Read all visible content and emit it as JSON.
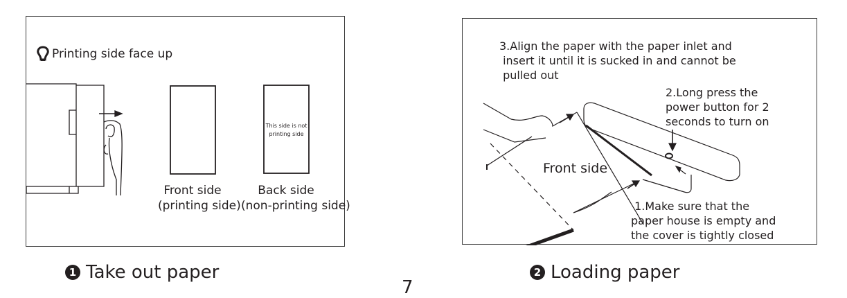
{
  "step1": {
    "number": "1",
    "caption": "Take out paper",
    "tip_icon": "lightbulb-icon",
    "tip": "Printing side face up",
    "front_label_1": "Front side",
    "front_label_2": "(printing side)",
    "back_label_1": "Back side",
    "back_label_2": "(non-printing side)",
    "back_note_1": "This side is not",
    "back_note_2": "printing side"
  },
  "step2": {
    "number": "2",
    "caption": "Loading paper",
    "instruction_3": "3.Align the paper with the paper inlet and\n insert it until it is sucked in and cannot be\n pulled out",
    "instruction_2": "2.Long press the\npower button for 2\nseconds to turn on",
    "instruction_1": " 1.Make sure that the\npaper house is empty and\nthe cover is tightly closed",
    "front_side": "Front side"
  },
  "page_number": "7"
}
